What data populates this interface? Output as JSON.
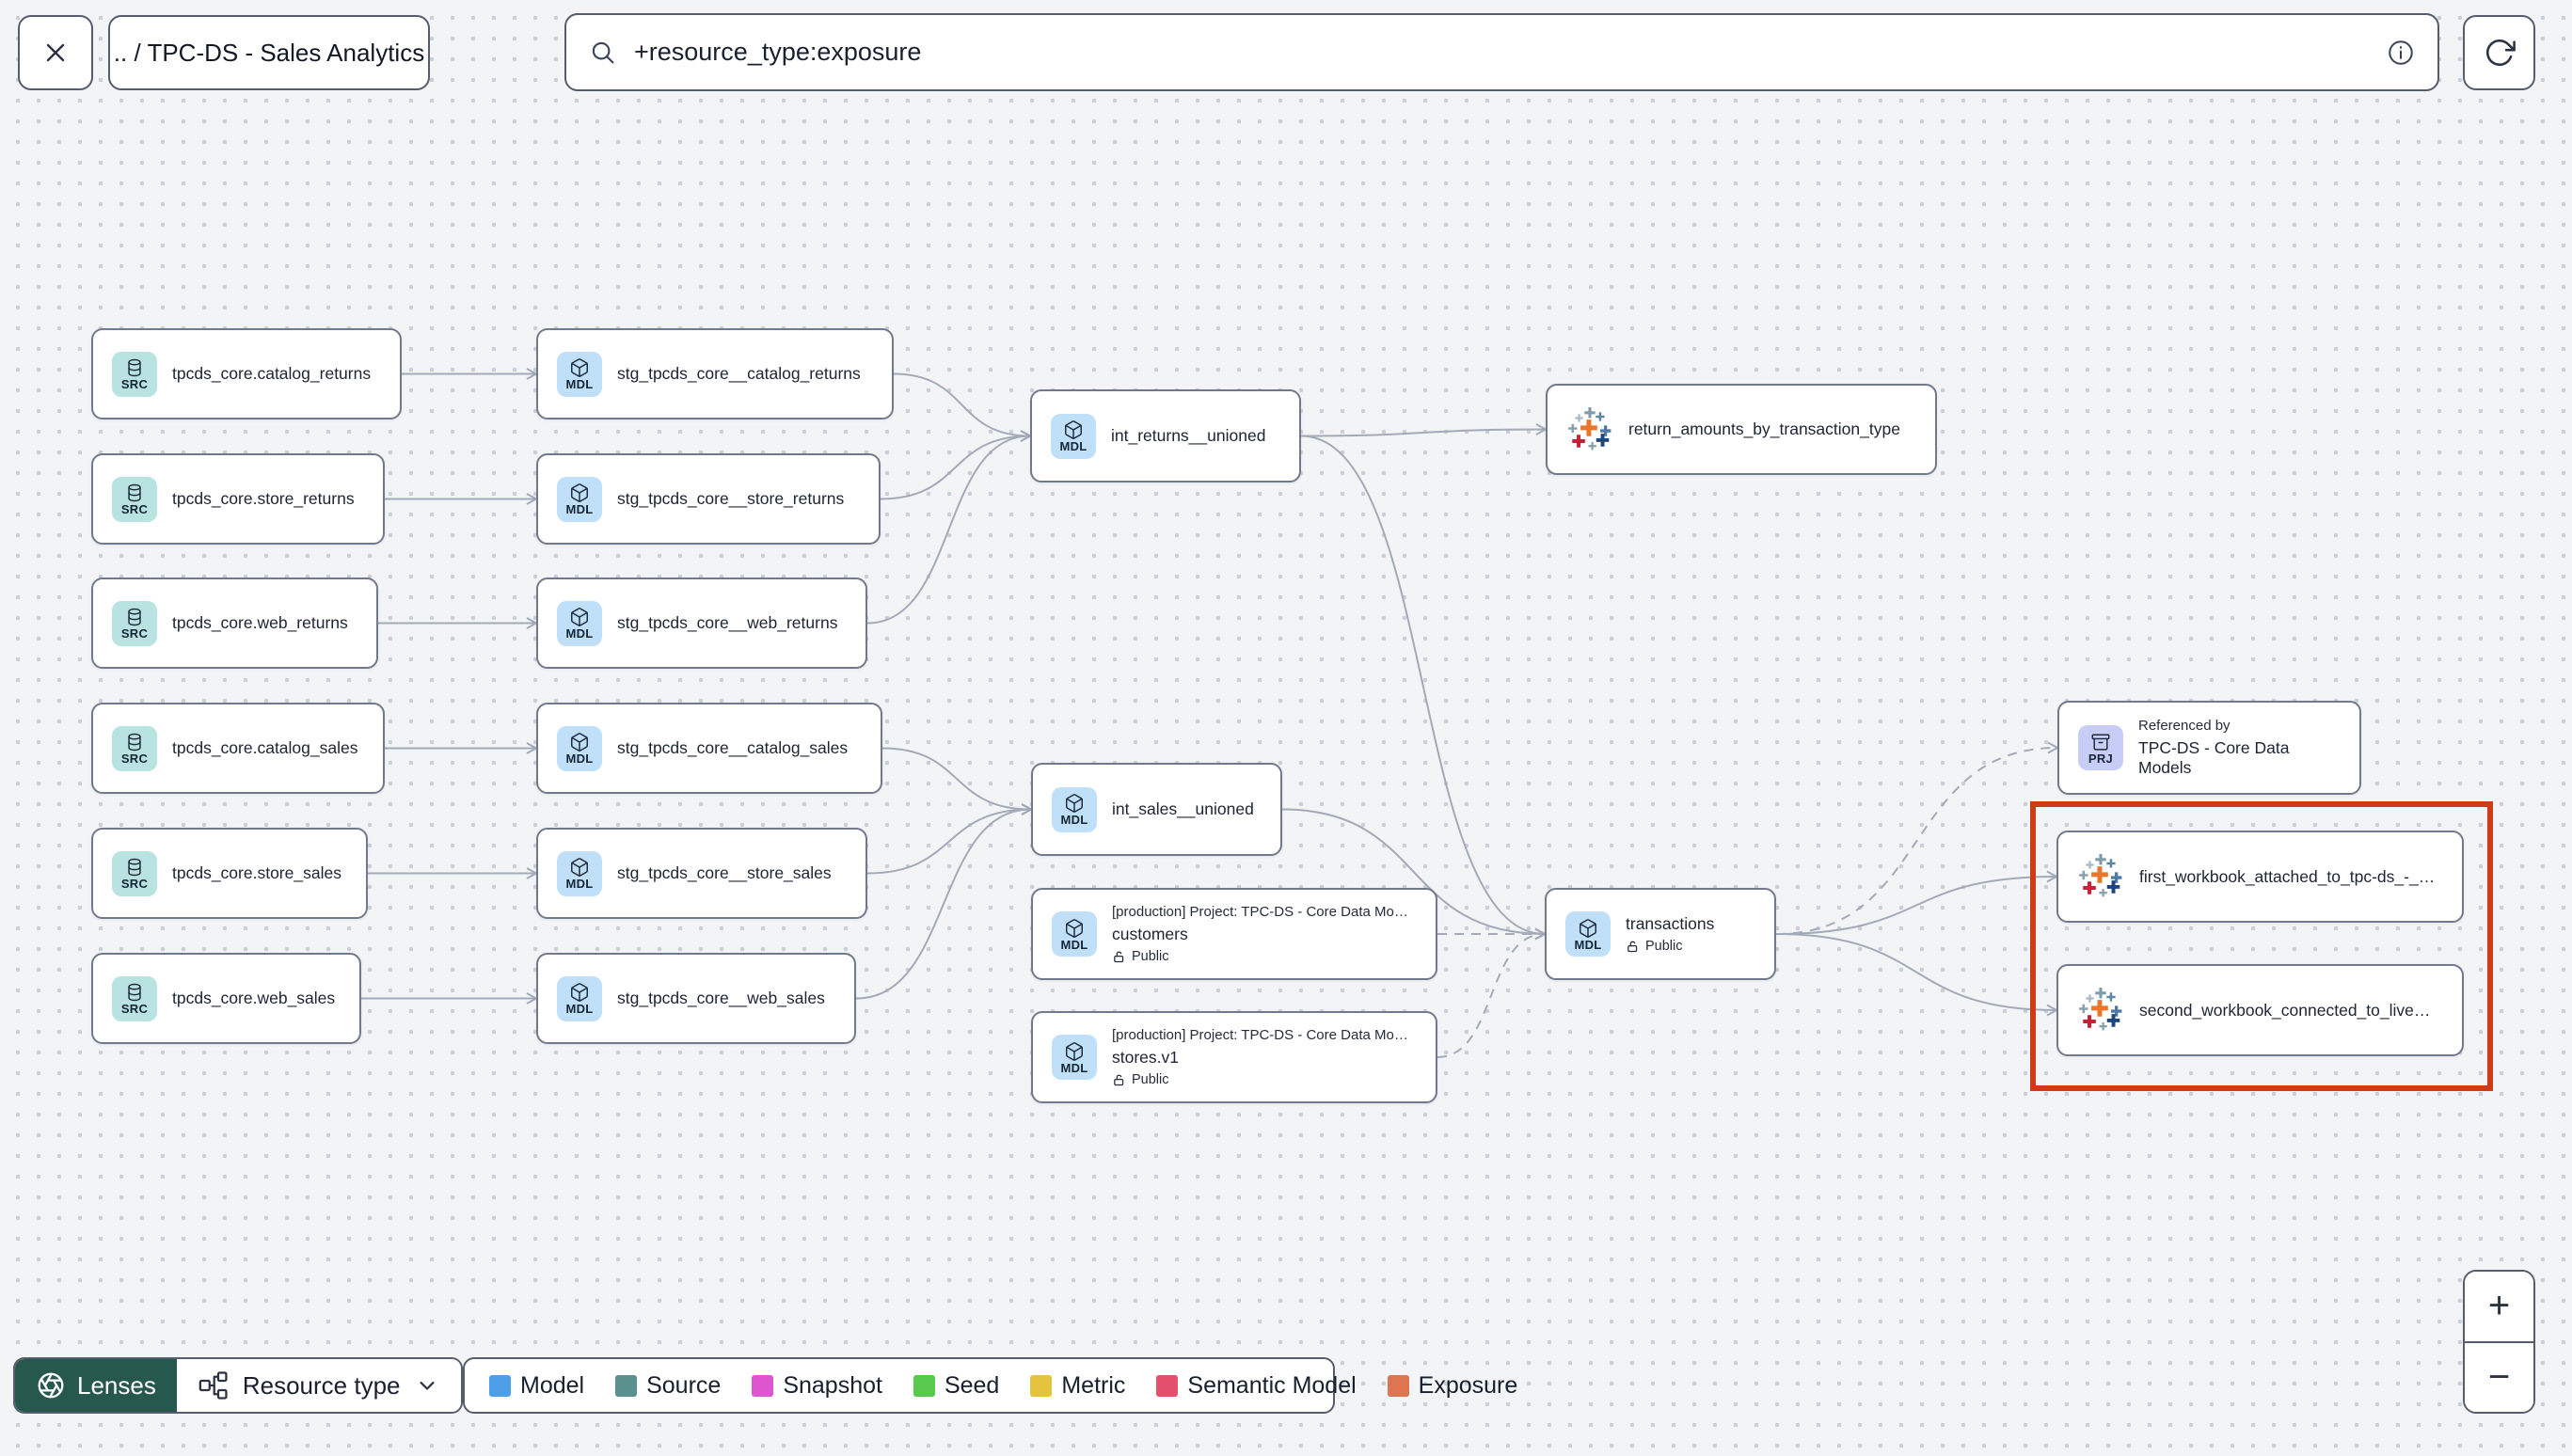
{
  "header": {
    "breadcrumb": ".. / TPC-DS - Sales Analytics",
    "search_value": "+resource_type:exposure"
  },
  "icons": [
    "close-icon",
    "search-icon",
    "info-icon",
    "refresh-icon",
    "database-icon",
    "model-cube-icon",
    "project-archive-icon",
    "lock-open-icon",
    "tableau-icon",
    "lenses-aperture-icon",
    "resource-type-icon",
    "chevron-down-icon",
    "zoom-in-icon",
    "zoom-out-icon"
  ],
  "graph": {
    "nodes": [
      {
        "id": "src_catalog_returns",
        "type": "source",
        "badge": "SRC",
        "label": "tpcds_core.catalog_returns"
      },
      {
        "id": "src_store_returns",
        "type": "source",
        "badge": "SRC",
        "label": "tpcds_core.store_returns"
      },
      {
        "id": "src_web_returns",
        "type": "source",
        "badge": "SRC",
        "label": "tpcds_core.web_returns"
      },
      {
        "id": "src_catalog_sales",
        "type": "source",
        "badge": "SRC",
        "label": "tpcds_core.catalog_sales"
      },
      {
        "id": "src_store_sales",
        "type": "source",
        "badge": "SRC",
        "label": "tpcds_core.store_sales"
      },
      {
        "id": "src_web_sales",
        "type": "source",
        "badge": "SRC",
        "label": "tpcds_core.web_sales"
      },
      {
        "id": "stg_catalog_returns",
        "type": "model",
        "badge": "MDL",
        "label": "stg_tpcds_core__catalog_returns"
      },
      {
        "id": "stg_store_returns",
        "type": "model",
        "badge": "MDL",
        "label": "stg_tpcds_core__store_returns"
      },
      {
        "id": "stg_web_returns",
        "type": "model",
        "badge": "MDL",
        "label": "stg_tpcds_core__web_returns"
      },
      {
        "id": "stg_catalog_sales",
        "type": "model",
        "badge": "MDL",
        "label": "stg_tpcds_core__catalog_sales"
      },
      {
        "id": "stg_store_sales",
        "type": "model",
        "badge": "MDL",
        "label": "stg_tpcds_core__store_sales"
      },
      {
        "id": "stg_web_sales",
        "type": "model",
        "badge": "MDL",
        "label": "stg_tpcds_core__web_sales"
      },
      {
        "id": "int_returns",
        "type": "model",
        "badge": "MDL",
        "label": "int_returns__unioned"
      },
      {
        "id": "int_sales",
        "type": "model",
        "badge": "MDL",
        "label": "int_sales__unioned"
      },
      {
        "id": "customers",
        "type": "model",
        "badge": "MDL",
        "project": "[production] Project: TPC-DS - Core Data Mo…",
        "label": "customers",
        "access": "Public"
      },
      {
        "id": "stores_v1",
        "type": "model",
        "badge": "MDL",
        "project": "[production] Project: TPC-DS - Core Data Mo…",
        "label": "stores.v1",
        "access": "Public"
      },
      {
        "id": "transactions",
        "type": "model",
        "badge": "MDL",
        "label": "transactions",
        "access": "Public"
      },
      {
        "id": "return_amounts",
        "type": "exposure",
        "label": "return_amounts_by_transaction_type"
      },
      {
        "id": "prj_ref",
        "type": "project",
        "badge": "PRJ",
        "title": "Referenced by",
        "label": "TPC-DS - Core Data Models"
      },
      {
        "id": "wb1",
        "type": "exposure",
        "label": "first_workbook_attached_to_tpc-ds_-_…"
      },
      {
        "id": "wb2",
        "type": "exposure",
        "label": "second_workbook_connected_to_live…"
      }
    ],
    "edges": [
      {
        "from": "src_catalog_returns",
        "to": "stg_catalog_returns",
        "style": "solid"
      },
      {
        "from": "src_store_returns",
        "to": "stg_store_returns",
        "style": "solid"
      },
      {
        "from": "src_web_returns",
        "to": "stg_web_returns",
        "style": "solid"
      },
      {
        "from": "src_catalog_sales",
        "to": "stg_catalog_sales",
        "style": "solid"
      },
      {
        "from": "src_store_sales",
        "to": "stg_store_sales",
        "style": "solid"
      },
      {
        "from": "src_web_sales",
        "to": "stg_web_sales",
        "style": "solid"
      },
      {
        "from": "stg_catalog_returns",
        "to": "int_returns",
        "style": "solid"
      },
      {
        "from": "stg_store_returns",
        "to": "int_returns",
        "style": "solid"
      },
      {
        "from": "stg_web_returns",
        "to": "int_returns",
        "style": "solid"
      },
      {
        "from": "stg_catalog_sales",
        "to": "int_sales",
        "style": "solid"
      },
      {
        "from": "stg_store_sales",
        "to": "int_sales",
        "style": "solid"
      },
      {
        "from": "stg_web_sales",
        "to": "int_sales",
        "style": "solid"
      },
      {
        "from": "int_returns",
        "to": "return_amounts",
        "style": "solid"
      },
      {
        "from": "int_returns",
        "to": "transactions",
        "style": "solid"
      },
      {
        "from": "int_sales",
        "to": "transactions",
        "style": "solid"
      },
      {
        "from": "customers",
        "to": "transactions",
        "style": "dashed"
      },
      {
        "from": "stores_v1",
        "to": "transactions",
        "style": "dashed"
      },
      {
        "from": "transactions",
        "to": "prj_ref",
        "style": "dashed"
      },
      {
        "from": "transactions",
        "to": "wb1",
        "style": "solid"
      },
      {
        "from": "transactions",
        "to": "wb2",
        "style": "solid"
      }
    ],
    "highlight_color": "#cf3b16"
  },
  "legend": {
    "items": [
      {
        "label": "Model",
        "color": "#4d9fe8"
      },
      {
        "label": "Source",
        "color": "#5a918f"
      },
      {
        "label": "Snapshot",
        "color": "#de55d0"
      },
      {
        "label": "Seed",
        "color": "#57c94f"
      },
      {
        "label": "Metric",
        "color": "#e5c33e"
      },
      {
        "label": "Semantic Model",
        "color": "#e4506b"
      },
      {
        "label": "Exposure",
        "color": "#dd7550"
      }
    ]
  },
  "controls": {
    "lenses": "Lenses",
    "resource_type": "Resource type",
    "zoom_in": "+",
    "zoom_out": "−"
  }
}
